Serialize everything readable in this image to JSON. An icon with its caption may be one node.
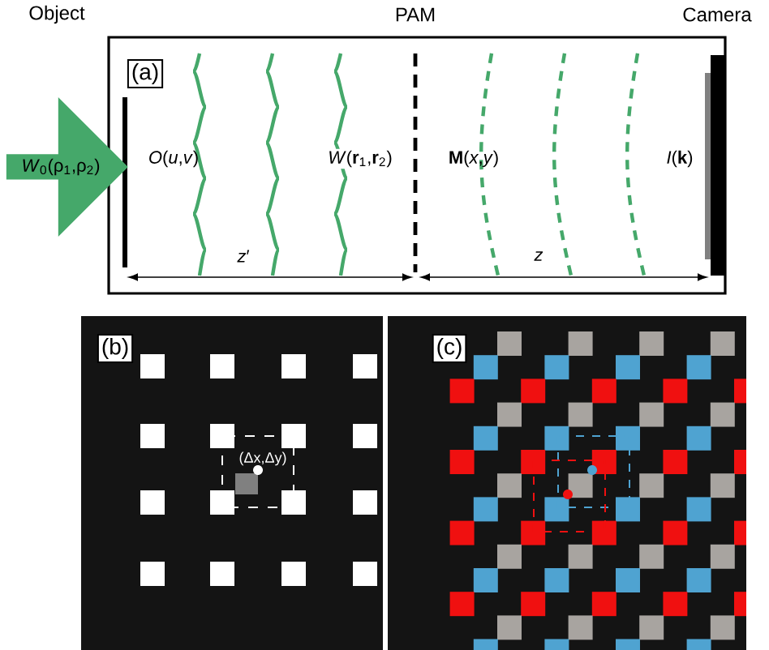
{
  "diagram": {
    "nodes": [
      {
        "text": [
          "*W*$_{0}$(ρ$_{1}$,ρ$_{2}$)"
        ]
      },
      {
        "text": [
          "(a)"
        ]
      },
      {
        "text": [
          "(b)"
        ]
      },
      {
        "text": [
          "(c)"
        ]
      }
    ],
    "labels": [
      "Object",
      "PAM",
      "Camera",
      "*O*(*u*,*v*)",
      "*W*(**r**$_{1}$,**r**$_{2}$)",
      "**M**(*x*,*y*)",
      "*I*(**k**)",
      "*z*′",
      "*z*",
      "(Δx,Δy)"
    ]
  }
}
